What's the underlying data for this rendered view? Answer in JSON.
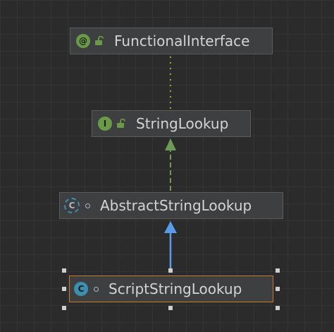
{
  "diagram": {
    "nodes": [
      {
        "label": "FunctionalInterface",
        "kind": "annotation",
        "kind_symbol": "@",
        "kind_color": "#6a9a45",
        "visibility": "public"
      },
      {
        "label": "StringLookup",
        "kind": "interface",
        "kind_symbol": "I",
        "kind_color": "#6a9a45",
        "visibility": "public"
      },
      {
        "label": "AbstractStringLookup",
        "kind": "abstract-class",
        "kind_symbol": "C",
        "kind_color": "#3d8fb0",
        "visibility": "package-private"
      },
      {
        "label": "ScriptStringLookup",
        "kind": "class",
        "kind_symbol": "C",
        "kind_color": "#3d8fb0",
        "visibility": "package-private",
        "selected": true
      }
    ],
    "edges": [
      {
        "from": "StringLookup",
        "to": "FunctionalInterface",
        "type": "annotated-with",
        "color": "#9aa83a"
      },
      {
        "from": "AbstractStringLookup",
        "to": "StringLookup",
        "type": "implements",
        "color": "#6f9a55"
      },
      {
        "from": "ScriptStringLookup",
        "to": "AbstractStringLookup",
        "type": "extends",
        "color": "#5a9be8"
      }
    ],
    "selection_color": "#c77a2e"
  }
}
